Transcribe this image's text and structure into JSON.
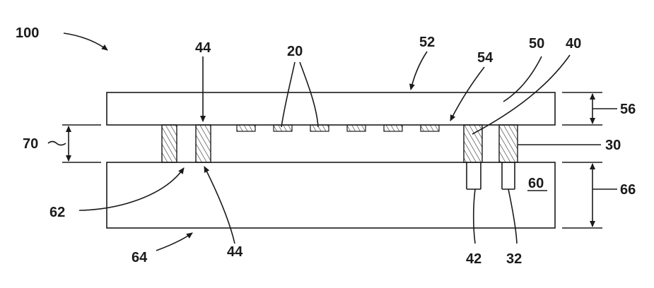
{
  "labels": {
    "assembly": "100",
    "top_substrate": "50",
    "top_surface": "52",
    "bottom_face": "54",
    "top_thickness": "56",
    "bottom_substrate": "60",
    "bottom_lower_face": "64",
    "bottom_thickness": "66",
    "gap": "70",
    "left_hole": "62",
    "posts": "44",
    "posts_bottom": "44",
    "pads": "20",
    "right_post_a": "40",
    "right_post_b": "30",
    "via_a": "42",
    "via_b": "32"
  },
  "colors": {
    "ink": "#1a1a1a",
    "background": "#ffffff"
  }
}
